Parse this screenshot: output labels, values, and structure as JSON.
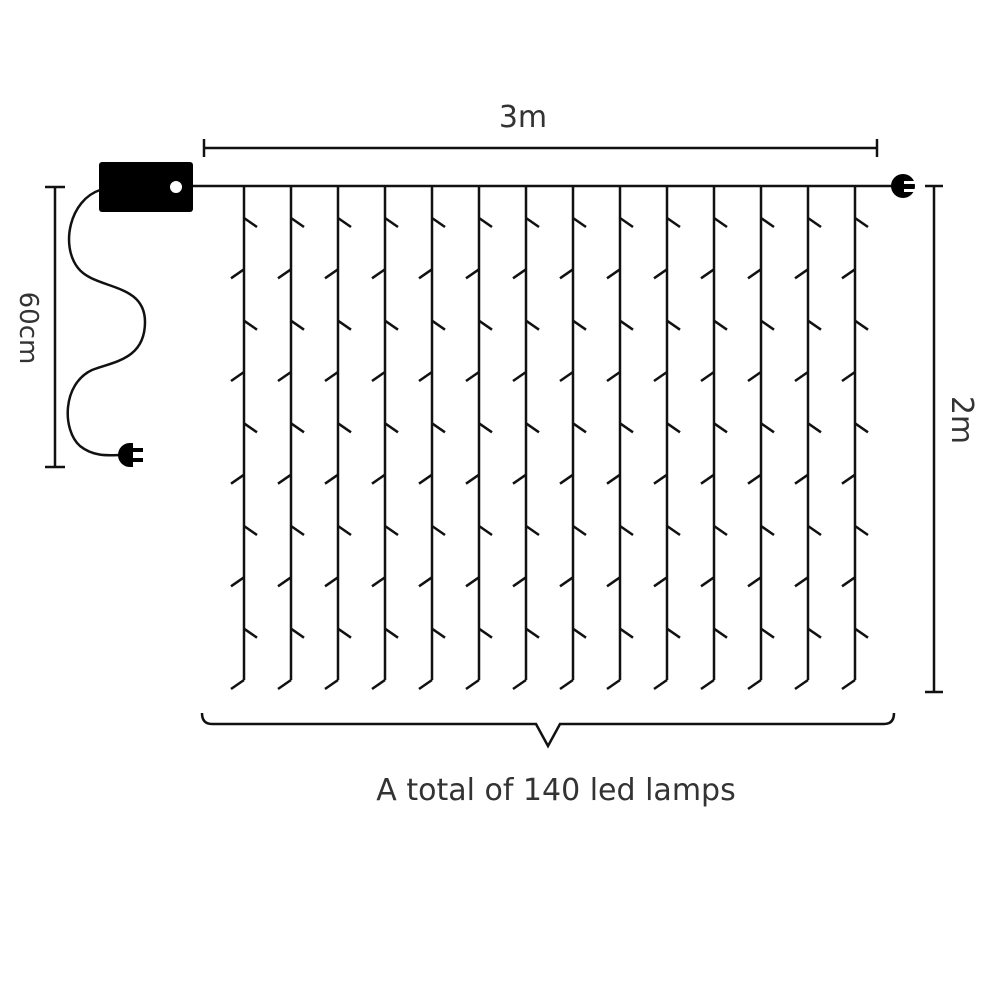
{
  "labels": {
    "width": "3m",
    "height": "2m",
    "cable_length": "60cm",
    "total": "A total of 140 led lamps"
  },
  "strands": 14,
  "lamps_per_strand": 10,
  "colors": {
    "line": "#111111",
    "text": "#333333"
  }
}
